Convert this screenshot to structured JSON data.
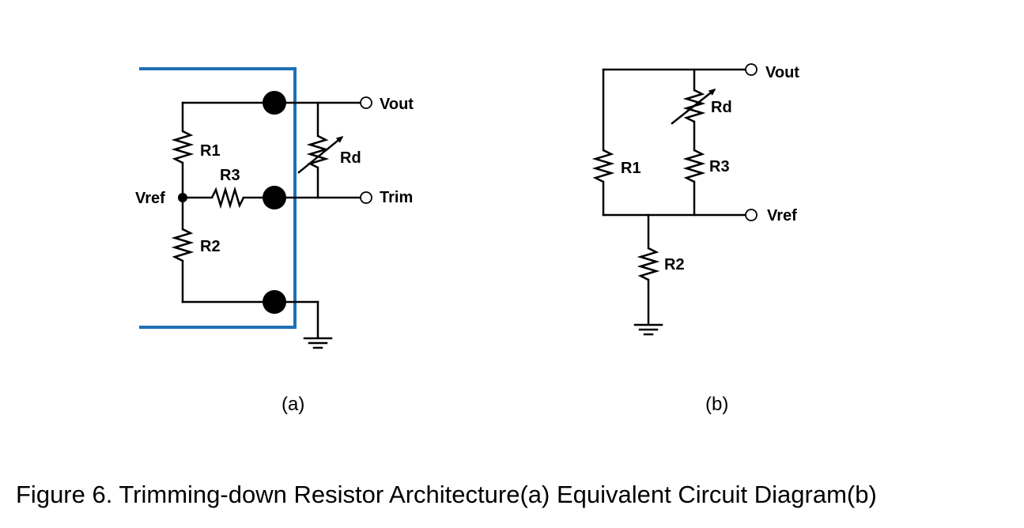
{
  "colors": {
    "module_outline": "#1f6fb5",
    "wire": "#000000",
    "background": "#ffffff"
  },
  "diagram_a": {
    "sublabel": "(a)",
    "labels": {
      "vout": "Vout",
      "trim": "Trim",
      "vref": "Vref",
      "r1": "R1",
      "r2": "R2",
      "r3": "R3",
      "rd": "Rd"
    }
  },
  "diagram_b": {
    "sublabel": "(b)",
    "labels": {
      "vout": "Vout",
      "vref": "Vref",
      "r1": "R1",
      "r2": "R2",
      "r3": "R3",
      "rd": "Rd"
    }
  },
  "caption": "Figure 6. Trimming-down Resistor Architecture(a) Equivalent Circuit Diagram(b)"
}
